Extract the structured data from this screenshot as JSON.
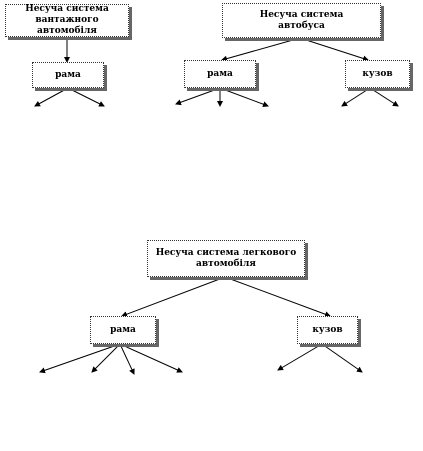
{
  "diagrams": {
    "truck": {
      "root": "Несуча система\nвантажного автомобіля",
      "child1": "рама"
    },
    "bus": {
      "root": "Несуча система\nавтобуса",
      "child1": "рама",
      "child2": "кузов"
    },
    "car": {
      "root": "Несуча система легкового\nавтомобіля",
      "child1": "рама",
      "child2": "кузов"
    }
  }
}
